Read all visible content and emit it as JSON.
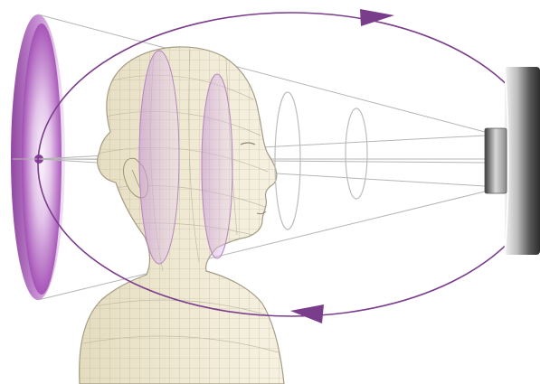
{
  "diagram": {
    "colors": {
      "beam": "#7a3d8c",
      "disc": "#a24cb4",
      "skin": "#efe8cf",
      "mesh": "#b8b197",
      "outline": "#8a8370",
      "cone_line": "#b5b5b5",
      "device_dark": "#3a3a3a",
      "device_light": "#e6e6e6"
    },
    "elements": [
      "source-disc",
      "head-model",
      "beam-cone",
      "slice-rings",
      "device",
      "orbit-loop",
      "flow-arrows"
    ]
  }
}
